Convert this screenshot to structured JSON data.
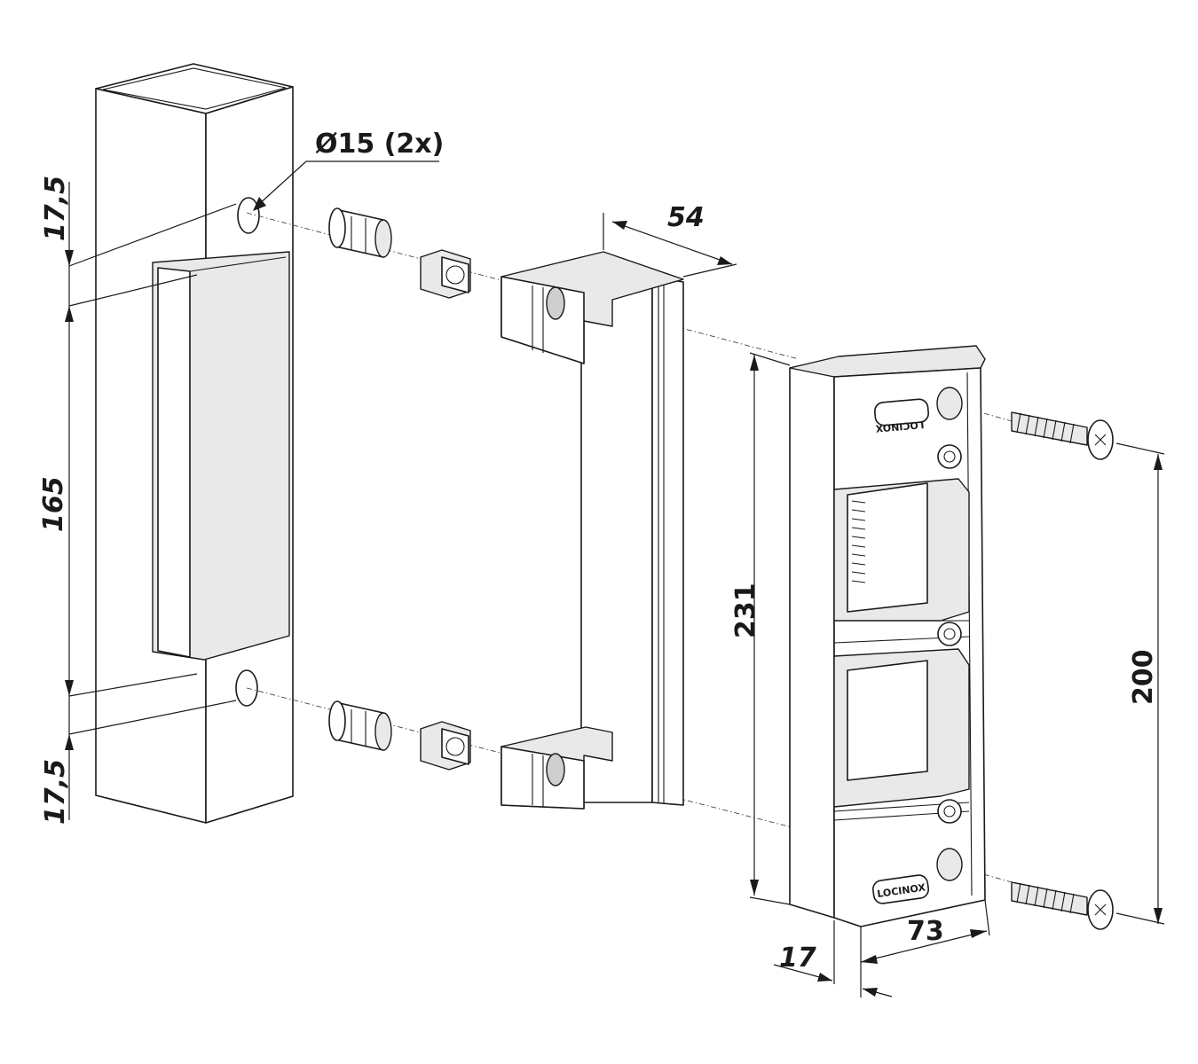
{
  "dimensions": {
    "hole_diameter": "Ø15 (2x)",
    "top_offset": "17,5",
    "hole_spacing": "165",
    "bottom_offset": "17,5",
    "bracket_depth": "54",
    "keeper_height": "231",
    "screw_spacing": "200",
    "face_width": "73",
    "flange_depth": "17"
  },
  "brand": {
    "top_logo": "LOCINOX",
    "bottom_logo": "LOCINOX"
  },
  "colors": {
    "line": "#1a1a1a",
    "shade": "#e9e9e9",
    "background": "#ffffff"
  }
}
